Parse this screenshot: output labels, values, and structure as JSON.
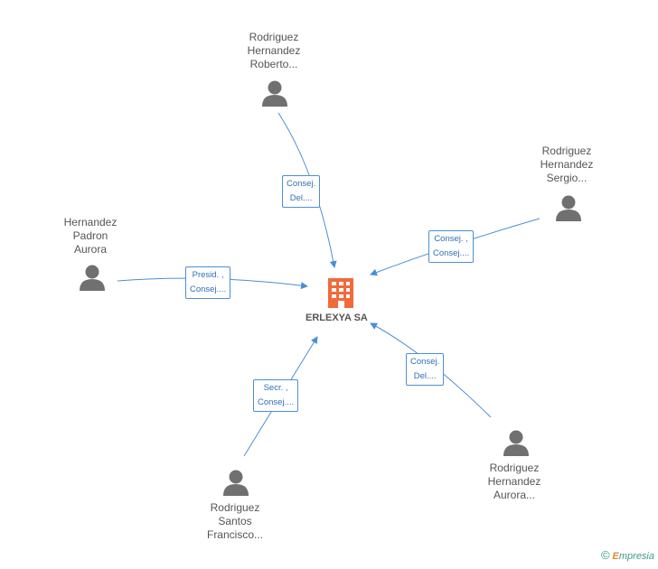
{
  "company": {
    "name": "ERLEXYA SA"
  },
  "people": [
    {
      "id": "p1",
      "lines": [
        "Rodriguez",
        "Hernandez",
        "Roberto..."
      ]
    },
    {
      "id": "p2",
      "lines": [
        "Rodriguez",
        "Hernandez",
        "Sergio..."
      ]
    },
    {
      "id": "p3",
      "lines": [
        "Hernandez",
        "Padron",
        "Aurora"
      ]
    },
    {
      "id": "p4",
      "lines": [
        "Rodriguez",
        "Hernandez",
        "Aurora..."
      ]
    },
    {
      "id": "p5",
      "lines": [
        "Rodriguez",
        "Santos",
        "Francisco..."
      ]
    }
  ],
  "edges": [
    {
      "from": "p1",
      "label": [
        "Consej.",
        "Del...."
      ]
    },
    {
      "from": "p2",
      "label": [
        "Consej. ,",
        "Consej...."
      ]
    },
    {
      "from": "p3",
      "label": [
        "Presid. ,",
        "Consej...."
      ]
    },
    {
      "from": "p4",
      "label": [
        "Consej.",
        "Del...."
      ]
    },
    {
      "from": "p5",
      "label": [
        "Secr. ,",
        "Consej...."
      ]
    }
  ],
  "colors": {
    "edge": "#4a8fd8",
    "person_icon": "#707070",
    "company_icon": "#f26a3a"
  },
  "footer": {
    "copyright": "©",
    "brand_first": "E",
    "brand_rest": "mpresia"
  }
}
